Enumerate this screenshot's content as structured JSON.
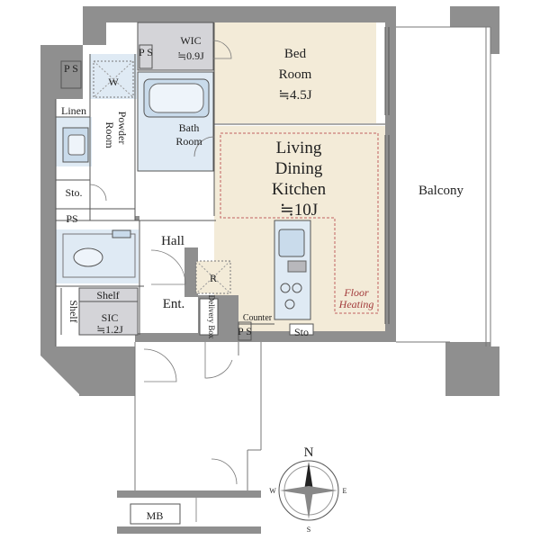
{
  "rooms": {
    "bedroom": {
      "name1": "Bed",
      "name2": "Room",
      "size": "≒4.5J"
    },
    "ldk": {
      "name1": "Living",
      "name2": "Dining",
      "name3": "Kitchen",
      "size": "≒10J"
    },
    "wic": {
      "name": "WIC",
      "size": "≒0.9J"
    },
    "bathroom": {
      "name1": "Bath",
      "name2": "Room"
    },
    "powder": {
      "name1": "Powder",
      "name2": "Room"
    },
    "sic": {
      "name": "SIC",
      "size": "≒1.2J"
    },
    "balcony": {
      "name": "Balcony"
    },
    "hall": {
      "name": "Hall"
    },
    "entrance": {
      "name": "Ent."
    },
    "mb": {
      "name": "MB"
    }
  },
  "labels": {
    "ps": "P S",
    "ps2": "PS",
    "w": "W",
    "r": "R",
    "linen": "Linen",
    "sto": "Sto.",
    "sto2": "Sto",
    "shelf": "Shelf",
    "shelf_side": "Shelf",
    "delivery_box": "Delivery Box",
    "counter": "Counter",
    "floor_heating1": "Floor",
    "floor_heating2": "Heating"
  },
  "compass": {
    "n": "N",
    "s": "S",
    "e": "E",
    "w": "W"
  },
  "colors": {
    "wall": "#8f8f8f",
    "bedroom_fill": "#f3ebd8",
    "ldk_fill": "#f3ebd8",
    "wet_fill": "#dfeaf4",
    "storage_fill": "#d4d4d8",
    "heating_dash": "#c06060"
  }
}
